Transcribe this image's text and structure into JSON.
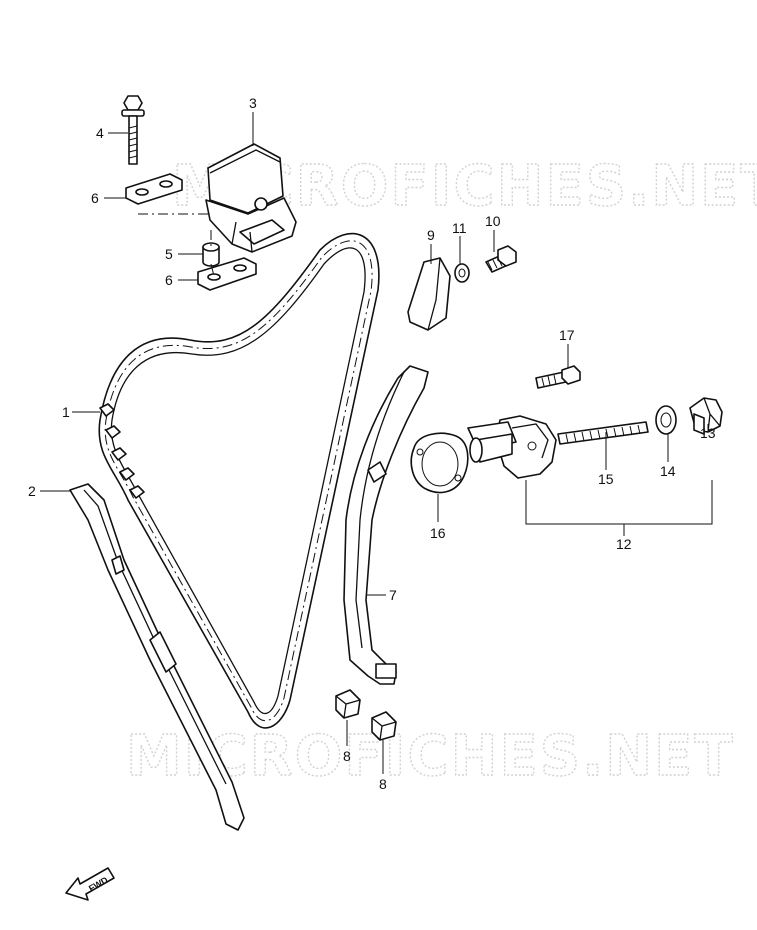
{
  "watermarks": [
    "MICROFICHES.NET",
    "MICROFICHES.NET"
  ],
  "fwd_label": "FWD",
  "callouts": {
    "c1": "1",
    "c2": "2",
    "c3": "3",
    "c4": "4",
    "c5": "5",
    "c6a": "6",
    "c6b": "6",
    "c7": "7",
    "c8a": "8",
    "c8b": "8",
    "c9": "9",
    "c10": "10",
    "c11": "11",
    "c12": "12",
    "c13": "13",
    "c14": "14",
    "c15": "15",
    "c16": "16",
    "c17": "17"
  },
  "colors": {
    "ink": "#111111",
    "watermark": "#d2d2d2",
    "background": "#ffffff"
  }
}
